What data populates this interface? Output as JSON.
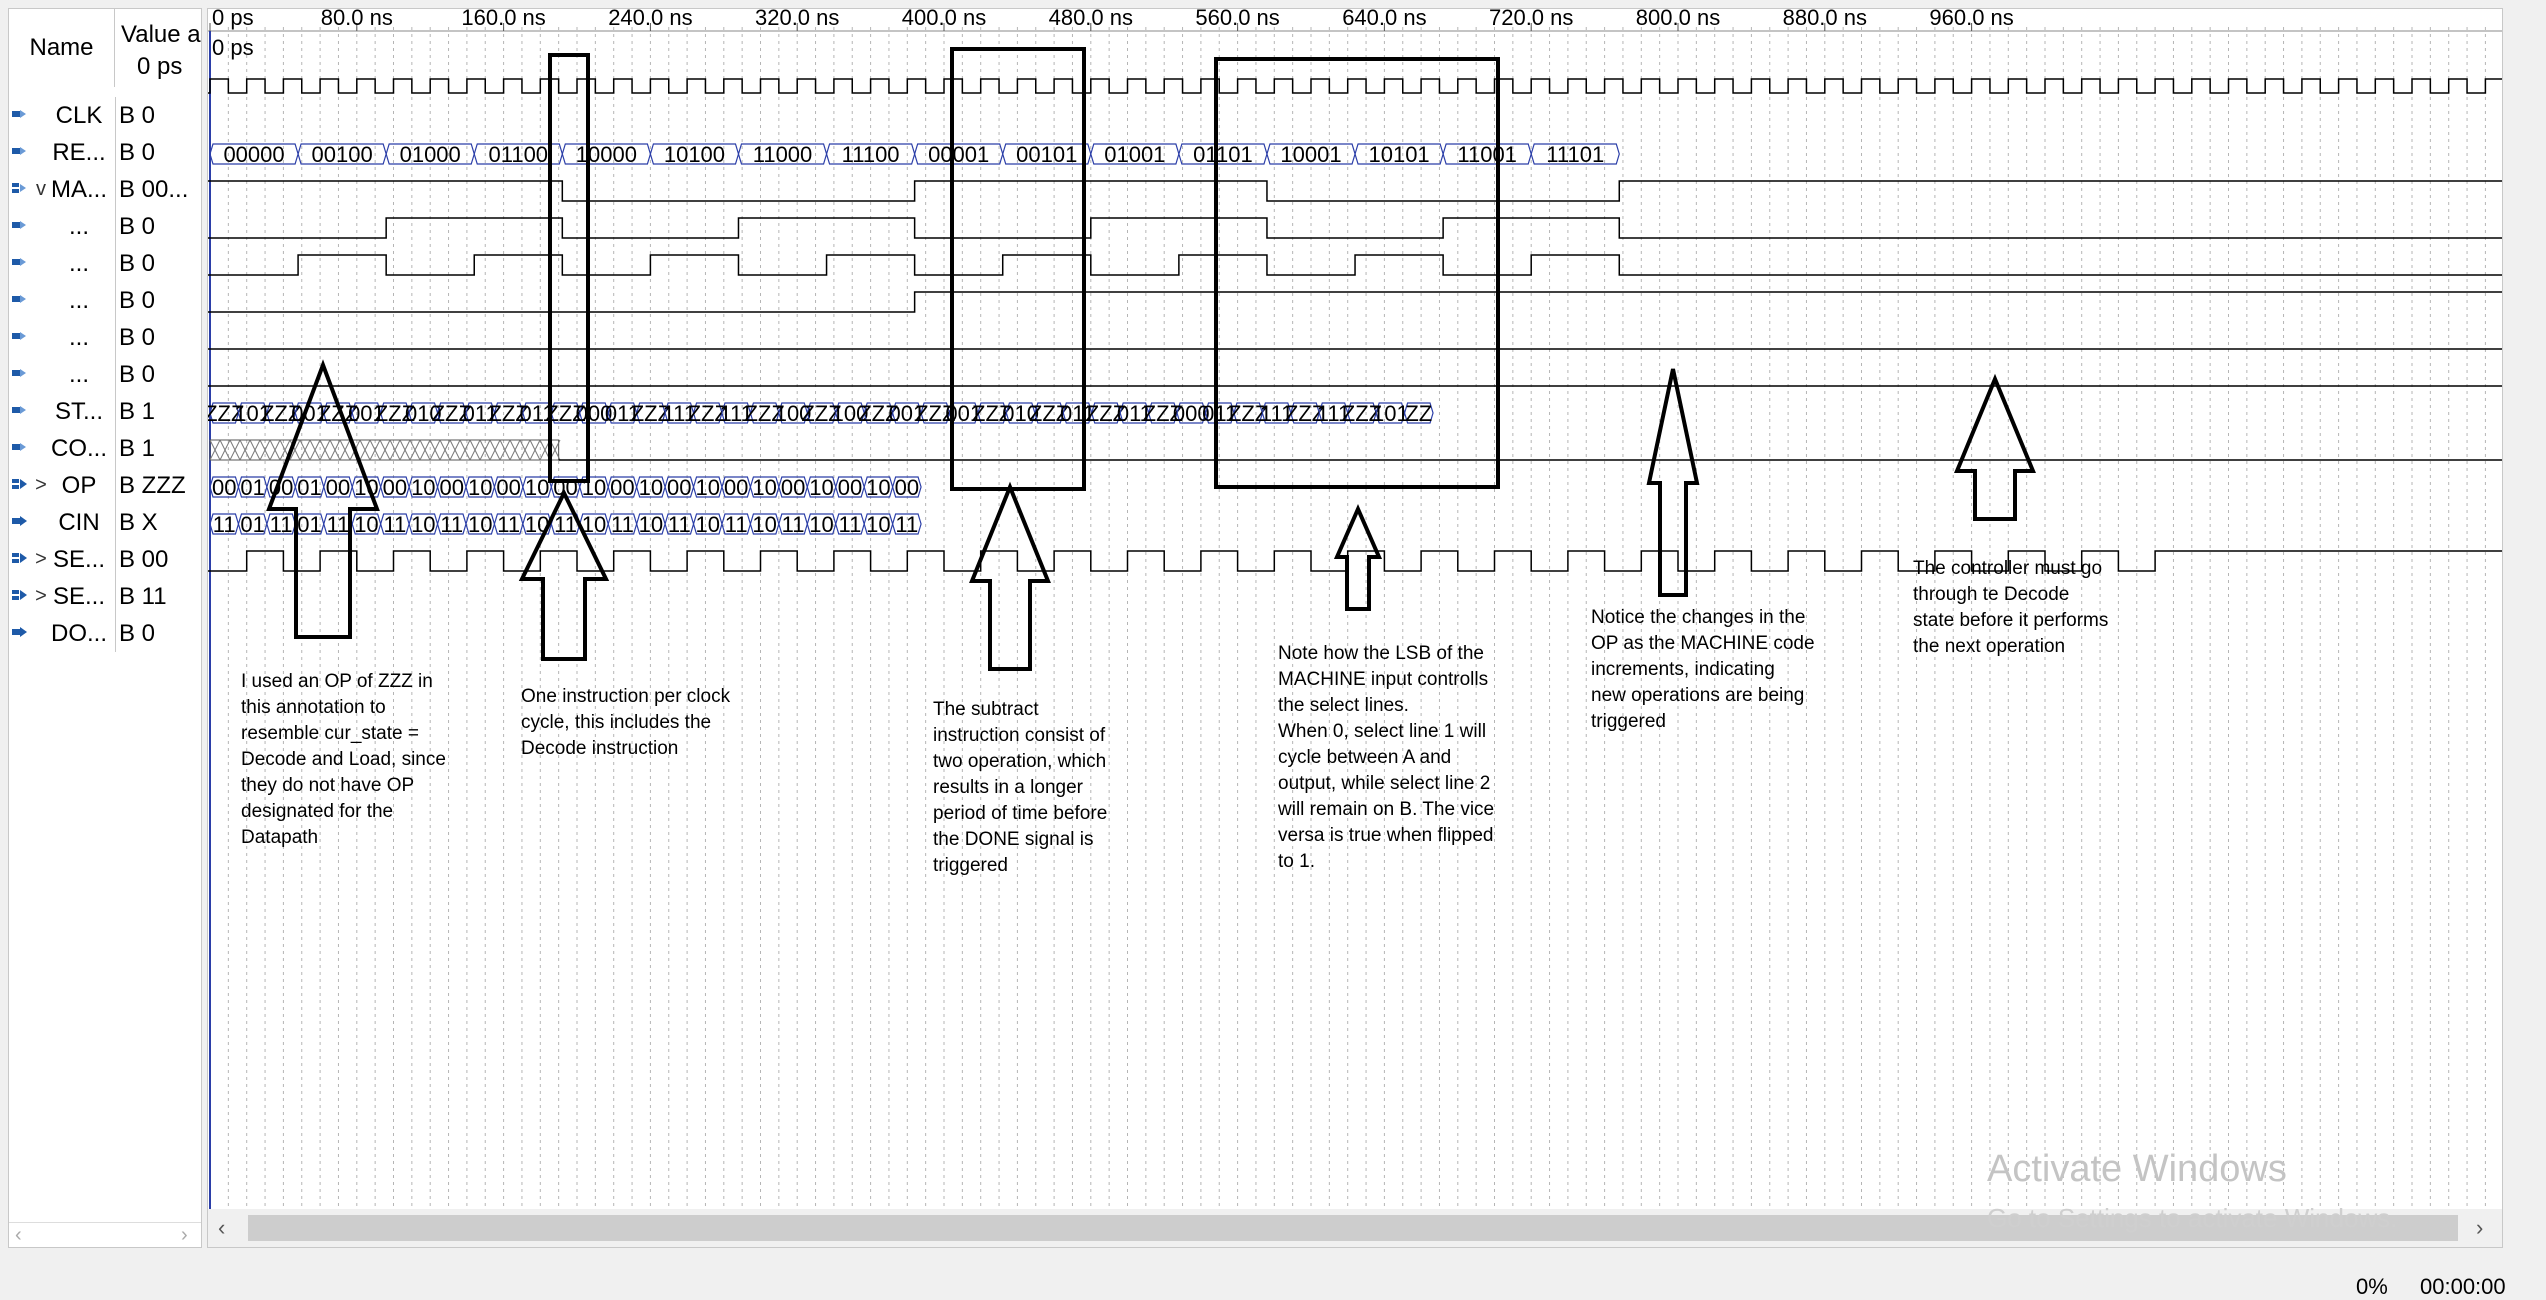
{
  "columns": {
    "name": "Name",
    "value_line1": "Value a",
    "value_line2": "0 ps"
  },
  "signals": [
    {
      "name": "CLK",
      "value": "B 0",
      "icon": "input-pin-icon",
      "expand": ""
    },
    {
      "name": "RE...",
      "value": "B 0",
      "icon": "input-pin-icon",
      "expand": ""
    },
    {
      "name": "MA...",
      "value": "B 00...",
      "icon": "bus-input-icon",
      "expand": "v"
    },
    {
      "name": "...",
      "value": "B 0",
      "icon": "input-pin-icon",
      "expand": ""
    },
    {
      "name": "...",
      "value": "B 0",
      "icon": "input-pin-icon",
      "expand": ""
    },
    {
      "name": "...",
      "value": "B 0",
      "icon": "input-pin-icon",
      "expand": ""
    },
    {
      "name": "...",
      "value": "B 0",
      "icon": "input-pin-icon",
      "expand": ""
    },
    {
      "name": "...",
      "value": "B 0",
      "icon": "input-pin-icon",
      "expand": ""
    },
    {
      "name": "ST...",
      "value": "B 1",
      "icon": "input-pin-icon",
      "expand": ""
    },
    {
      "name": "CO...",
      "value": "B 1",
      "icon": "input-pin-icon",
      "expand": ""
    },
    {
      "name": "OP",
      "value": "B ZZZ",
      "icon": "bus-output-icon",
      "expand": ">"
    },
    {
      "name": "CIN",
      "value": "B X",
      "icon": "output-pin-icon",
      "expand": ""
    },
    {
      "name": "SE...",
      "value": "B 00",
      "icon": "bus-output-icon",
      "expand": ">"
    },
    {
      "name": "SE...",
      "value": "B 11",
      "icon": "bus-output-icon",
      "expand": ">"
    },
    {
      "name": "DO...",
      "value": "B 0",
      "icon": "output-pin-icon",
      "expand": ""
    }
  ],
  "timeline": {
    "ticks": [
      "0 ps",
      "80.0 ns",
      "160.0 ns",
      "240.0 ns",
      "320.0 ns",
      "400.0 ns",
      "480.0 ns",
      "560.0 ns",
      "640.0 ns",
      "720.0 ns",
      "800.0 ns",
      "880.0 ns",
      "960.0 ns"
    ],
    "cursor_label": "0 ps"
  },
  "bus_values": {
    "machine": [
      "00000",
      "00100",
      "01000",
      "01100",
      "10000",
      "10100",
      "11000",
      "11100",
      "00001",
      "00101",
      "01001",
      "01101",
      "10001",
      "10101",
      "11001",
      "11101"
    ],
    "op": [
      "ZZZ",
      "101",
      "ZZZ",
      "001",
      "ZZZ",
      "001",
      "ZZZ",
      "010",
      "ZZZ",
      "011",
      "ZZZ",
      "011",
      "ZZZ",
      "000",
      "011",
      "ZZZ",
      "111",
      "ZZZ",
      "111",
      "ZZZ",
      "100",
      "ZZZ",
      "100",
      "ZZZ",
      "001",
      "ZZZ",
      "001",
      "ZZZ",
      "010",
      "ZZZ",
      "011",
      "ZZZ",
      "011",
      "ZZZ",
      "000",
      "011",
      "ZZZ",
      "111",
      "ZZZ",
      "111",
      "ZZZ",
      "101",
      "ZZ"
    ],
    "sel1": [
      "00",
      "01",
      "00",
      "01",
      "00",
      "10",
      "00",
      "10",
      "00",
      "10",
      "00",
      "10",
      "00",
      "10",
      "00",
      "10",
      "00",
      "10",
      "00",
      "10",
      "00",
      "10",
      "00",
      "10",
      "00"
    ],
    "sel2": [
      "11",
      "01",
      "11",
      "01",
      "11",
      "10",
      "11",
      "10",
      "11",
      "10",
      "11",
      "10",
      "11",
      "10",
      "11",
      "10",
      "11",
      "10",
      "11",
      "10",
      "11",
      "10",
      "11",
      "10",
      "11"
    ]
  },
  "annotations": {
    "note1": "I used an OP of ZZZ in\nthis annotation to\nresemble cur_state =\nDecode and Load, since\nthey do not have OP\ndesignated for the\nDatapath",
    "note2": "One instruction per clock\ncycle, this includes the\nDecode instruction",
    "note3": "The subtract\ninstruction consist of\ntwo operation, which\nresults in a longer\nperiod of time before\nthe DONE signal is\ntriggered",
    "note4": "Note how the LSB of the\nMACHINE input controlls\nthe select lines.\nWhen 0, select line 1 will\ncycle between A and\noutput, while select line 2\nwill remain on B. The vice\nversa is true when flipped\nto 1.",
    "note5": "Notice the changes in the\nOP as the MACHINE code\nincrements, indicating\nnew operations are being\ntriggered",
    "note6": "The controller must go\nthrough te Decode\nstate before it performs\nthe next operation"
  },
  "watermark": {
    "title": "Activate Windows",
    "subtitle": "Go to Settings to activate Windows."
  },
  "status": {
    "progress": "0%",
    "elapsed": "00:00:00"
  },
  "colors": {
    "bus": "#2b3ea8",
    "wave": "#000000",
    "grid": "#b5b5b5",
    "cursor": "#2b3ea8"
  }
}
